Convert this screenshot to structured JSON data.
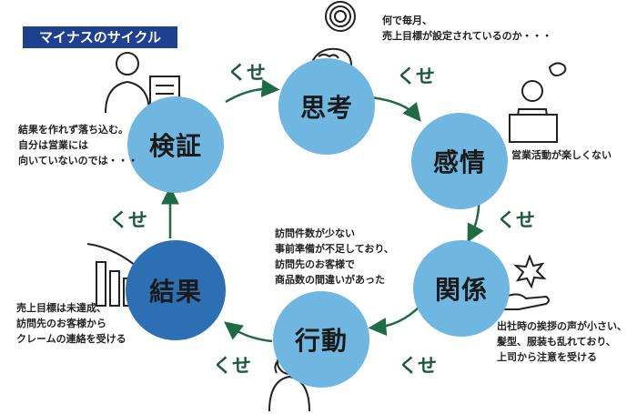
{
  "title": "マイナスのサイクル",
  "nodes": {
    "shikou": "思考",
    "kanjou": "感情",
    "kankei": "関係",
    "koudou": "行動",
    "kekka": "結果",
    "kenshou": "検証"
  },
  "kuse_label": "くせ",
  "notes": {
    "shikou": [
      "何で毎月、",
      "売上目標が設定されているのか・・・"
    ],
    "kanjou": [
      "営業活動が楽しくない"
    ],
    "kankei": [
      "出社時の挨拶の声が小さい、",
      "髪型、服装も乱れており、",
      "上司から注意を受ける"
    ],
    "koudou": [
      "訪問件数が少ない",
      "事前準備が不足しており、",
      "訪問先のお客様で",
      "商品数の間違いがあった"
    ],
    "kekka": [
      "売上目標は未達成、",
      "訪問先のお客様から",
      "クレームの連絡を受ける"
    ],
    "kenshou": [
      "結果を作れず落ち込む。",
      "自分は営業には",
      "向いていないのでは・・・"
    ]
  },
  "colors": {
    "title_bg": "#1f3f8f",
    "circle_light": "#6fb7e1",
    "circle_dark": "#2d6fb3",
    "arrow": "#1f6b45",
    "kuse_text": "#1a5a3a"
  }
}
